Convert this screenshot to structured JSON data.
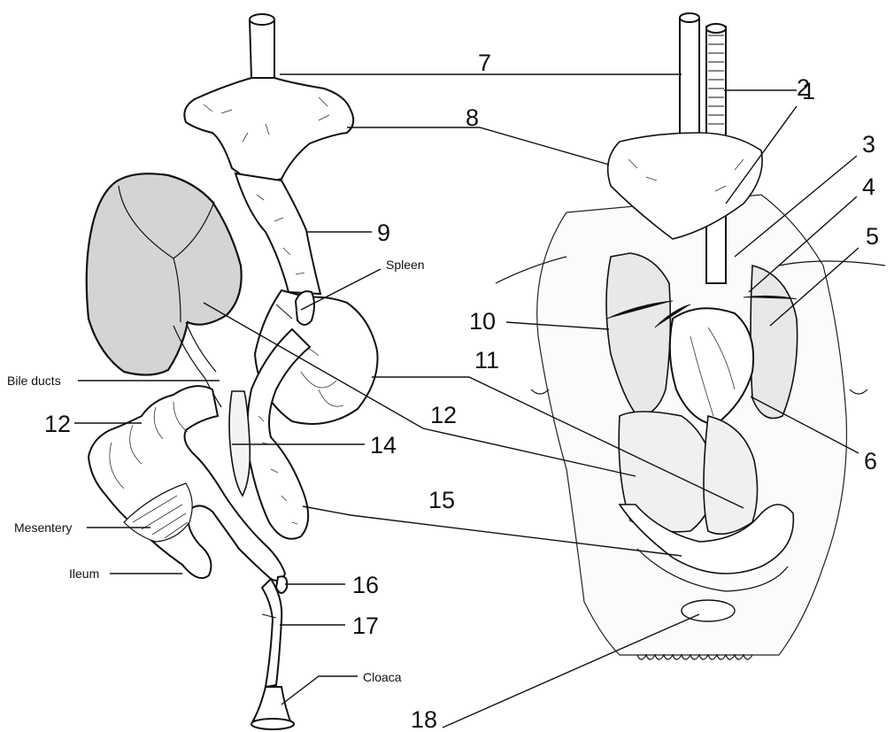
{
  "labels": {
    "n1": "1",
    "n2": "2",
    "n3": "3",
    "n4": "4",
    "n5": "5",
    "n6": "6",
    "n7": "7",
    "n8": "8",
    "n9": "9",
    "n10": "10",
    "n11": "11",
    "n12a": "12",
    "n12b": "12",
    "n14": "14",
    "n15": "15",
    "n16": "16",
    "n17": "17",
    "n18": "18",
    "spleen": "Spleen",
    "bile_ducts": "Bile ducts",
    "mesentery": "Mesentery",
    "ileum": "Ileum",
    "cloaca": "Cloaca"
  }
}
